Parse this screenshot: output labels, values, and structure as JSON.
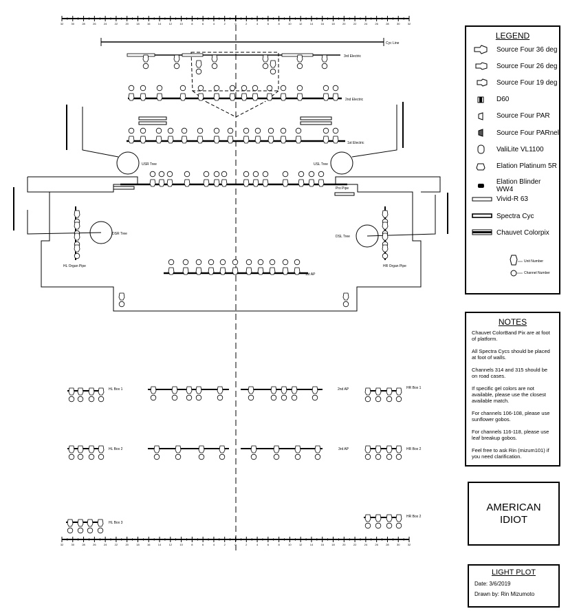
{
  "plot": {
    "cyc_line": "Cyc Line",
    "ruler_top": [
      "32",
      "30",
      "28",
      "26",
      "24",
      "22",
      "20",
      "18",
      "16",
      "14",
      "12",
      "10",
      "8",
      "6",
      "4",
      "2",
      "0",
      "2",
      "4",
      "6",
      "8",
      "10",
      "12",
      "14",
      "16",
      "18",
      "20",
      "22",
      "24",
      "26",
      "28",
      "30",
      "32"
    ],
    "ruler_bottom": [
      "32",
      "30",
      "28",
      "26",
      "24",
      "22",
      "20",
      "18",
      "16",
      "14",
      "12",
      "10",
      "8",
      "6",
      "4",
      "2",
      "0",
      "2",
      "4",
      "6",
      "8",
      "10",
      "12",
      "14",
      "16",
      "18",
      "20",
      "22",
      "24",
      "26",
      "28",
      "30",
      "32"
    ],
    "electric_3": "3rd Electric",
    "electric_2": "2nd Electric",
    "electric_1": "1st Electric",
    "usr_tree": "USR Tree",
    "usl_tree": "USL Tree",
    "pro_pipe": "Pro Pipe",
    "dsr_tree": "DSR Tree",
    "dsl_tree": "DSL Tree",
    "hl_organ_pipe": "HL Organ Pipe",
    "hr_organ_pipe": "HR Organ Pipe",
    "ap_1": "1st AP",
    "hl_box_1": "HL Box 1",
    "hr_box_1": "HR Box 1",
    "ap_2": "2nd AP",
    "hl_box_2": "HL Box 2",
    "hr_box_2": "HR Box 2",
    "ap_3": "3rd AP",
    "hl_box_3": "HL Box 3",
    "hr_box_3": "HR Box 2"
  },
  "legend": {
    "title": "LEGEND",
    "items": [
      {
        "label": "Source Four 36 deg",
        "icon": "source-four-36-icon"
      },
      {
        "label": "Source Four 26 deg",
        "icon": "source-four-26-icon"
      },
      {
        "label": "Source Four 19 deg",
        "icon": "source-four-19-icon"
      },
      {
        "label": "D60",
        "icon": "d60-icon"
      },
      {
        "label": "Source Four PAR",
        "icon": "source-four-par-icon"
      },
      {
        "label": "Source Four PARnel",
        "icon": "source-four-parnel-icon"
      },
      {
        "label": "ValiLite VL1100",
        "icon": "valilite-icon"
      },
      {
        "label": "Elation Platinum 5R",
        "icon": "elation-platinum-icon"
      },
      {
        "label": "Elation Blinder WW4",
        "icon": "elation-blinder-icon"
      },
      {
        "label": "Vivid-R 63",
        "icon": "vivid-r-icon"
      },
      {
        "label": "Spectra Cyc",
        "icon": "spectra-cyc-icon"
      },
      {
        "label": "Chauvet Colorpix",
        "icon": "chauvet-colorpix-icon"
      }
    ],
    "key_unit_number": "Unit Number",
    "key_channel_number": "Channel Number"
  },
  "notes": {
    "title": "NOTES",
    "items": [
      "Chauvet ColorBand Pix are at foot of platform.",
      "All Spectra Cycs should be placed at foot of walls.",
      "Channels 314 and 315 should be on road cases.",
      "If specific gel colors are not available, please use the closest available match.",
      "For channels 106-108, please use sunflower gobos.",
      "For channels 116-118, please use leaf breakup gobos.",
      "Feel free to ask Rin (mizum101) if you need clarification."
    ]
  },
  "title_block": {
    "line1": "AMERICAN",
    "line2": "IDIOT"
  },
  "plot_info": {
    "title": "LIGHT PLOT",
    "date": "Date: 3/6/2019",
    "drawn_by": "Drawn by: Rin Mizumoto"
  }
}
